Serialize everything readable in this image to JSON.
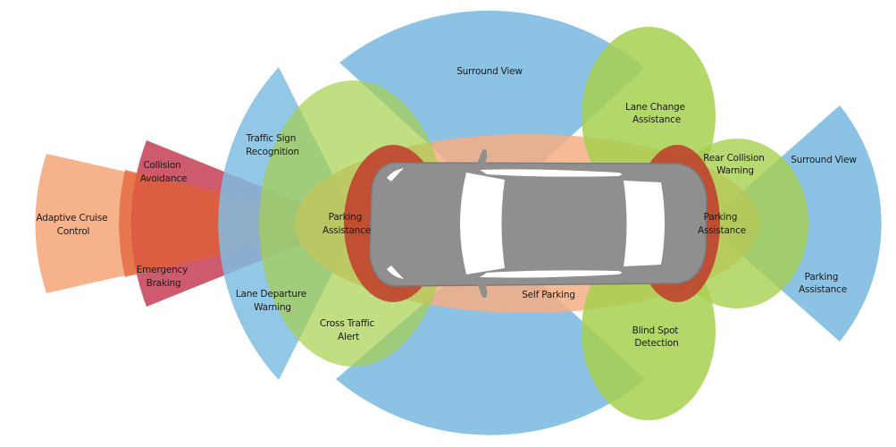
{
  "title": "Vehicle ADAS sensor coverage",
  "colors": {
    "blue_zone": "#7fbde2",
    "green_zone": "#a7d04f",
    "orange_zone": "#f6ae84",
    "red_zone": "#c0392b",
    "crimson_zone": "#c3374d",
    "car_body": "#8f8f8f",
    "car_glass": "#ffffff"
  },
  "zones": {
    "adaptive_cruise_control": [
      "Adaptive Cruise",
      "Control"
    ],
    "collision_avoidance": [
      "Collision",
      "Avoidance"
    ],
    "emergency_braking": [
      "Emergency",
      "Braking"
    ],
    "traffic_sign_recognition": [
      "Traffic Sign",
      "Recognition"
    ],
    "lane_departure_warning": [
      "Lane Departure",
      "Warning"
    ],
    "front_parking_assistance": [
      "Parking",
      "Assistance"
    ],
    "cross_traffic_alert": [
      "Cross Traffic",
      "Alert"
    ],
    "surround_view_top": [
      "Surround View"
    ],
    "self_parking": [
      "Self Parking"
    ],
    "lane_change_assistance": [
      "Lane Change",
      "Assistance"
    ],
    "rear_collision_warning": [
      "Rear Collision",
      "Warning"
    ],
    "rear_parking_assistance": [
      "Parking",
      "Assistance"
    ],
    "surround_view_right": [
      "Surround View"
    ],
    "right_parking_assistance": [
      "Parking",
      "Assistance"
    ],
    "blind_spot_detection": [
      "Blind Spot",
      "Detection"
    ]
  }
}
